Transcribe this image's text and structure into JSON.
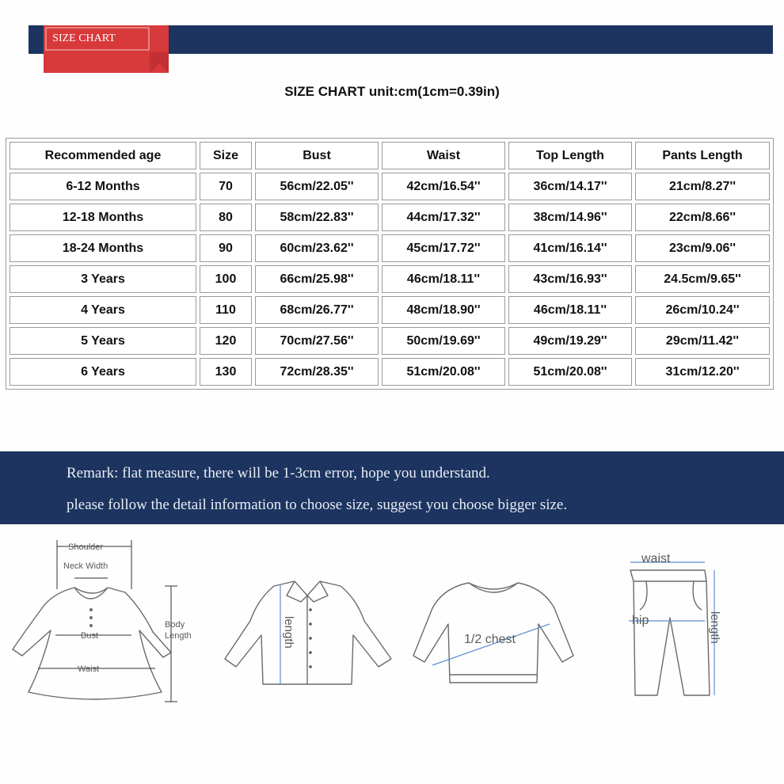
{
  "badge": {
    "label": "SIZE CHART"
  },
  "title": "SIZE CHART unit:cm(1cm=0.39in)",
  "table": {
    "headers": [
      "Recommended age",
      "Size",
      "Bust",
      "Waist",
      "Top Length",
      "Pants Length"
    ],
    "rows": [
      [
        "6-12 Months",
        "70",
        "56cm/22.05''",
        "42cm/16.54''",
        "36cm/14.17''",
        "21cm/8.27''"
      ],
      [
        "12-18 Months",
        "80",
        "58cm/22.83''",
        "44cm/17.32''",
        "38cm/14.96''",
        "22cm/8.66''"
      ],
      [
        "18-24 Months",
        "90",
        "60cm/23.62''",
        "45cm/17.72''",
        "41cm/16.14''",
        "23cm/9.06''"
      ],
      [
        "3 Years",
        "100",
        "66cm/25.98''",
        "46cm/18.11''",
        "43cm/16.93''",
        "24.5cm/9.65''"
      ],
      [
        "4 Years",
        "110",
        "68cm/26.77''",
        "48cm/18.90''",
        "46cm/18.11''",
        "26cm/10.24''"
      ],
      [
        "5 Years",
        "120",
        "70cm/27.56''",
        "50cm/19.69''",
        "49cm/19.29''",
        "29cm/11.42''"
      ],
      [
        "6 Years",
        "130",
        "72cm/28.35''",
        "51cm/20.08''",
        "51cm/20.08''",
        "31cm/12.20''"
      ]
    ]
  },
  "remark": {
    "line1": "Remark: flat measure, there will be 1-3cm error, hope you understand.",
    "line2": "please follow the detail information to choose size, suggest you choose bigger size."
  },
  "diagrams": {
    "dress": {
      "shoulder": "Shoulder",
      "neck_width": "Neck Width",
      "bust": "Bust",
      "waist": "Waist",
      "body": "Body",
      "length": "Length"
    },
    "shirt": {
      "length": "length"
    },
    "sweater": {
      "chest": "1/2 chest"
    },
    "pants": {
      "waist": "waist",
      "hip": "hip",
      "length": "length"
    }
  },
  "colors": {
    "navy": "#1c345f",
    "ribbon_red": "#d8393b",
    "measure_blue": "#5b8fd3"
  }
}
